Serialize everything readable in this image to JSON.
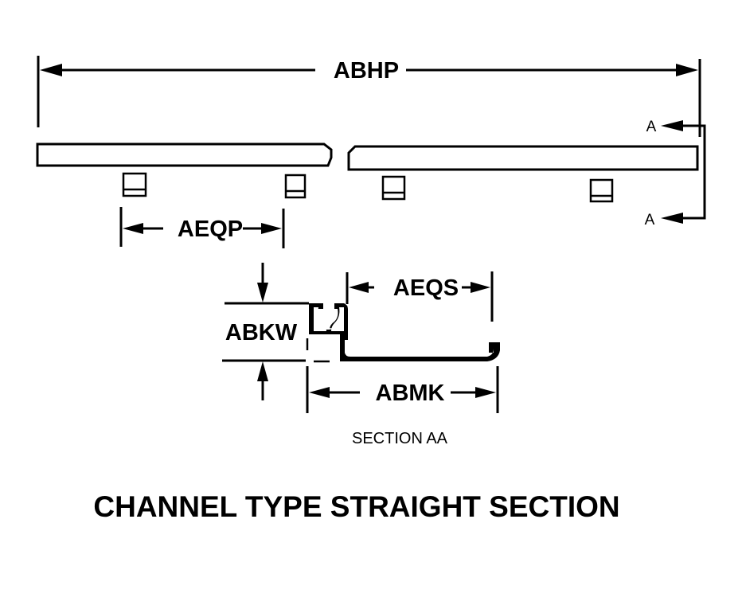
{
  "drawing": {
    "title": "CHANNEL TYPE STRAIGHT SECTION",
    "section_caption": "SECTION AA",
    "section_marker": "A",
    "dimensions": {
      "overall_length": "ABHP",
      "clip_spacing": "AEQP",
      "channel_inner_width": "AEQS",
      "height": "ABKW",
      "overall_width": "ABMK"
    },
    "colors": {
      "ink": "#000000",
      "paper": "#ffffff"
    }
  }
}
